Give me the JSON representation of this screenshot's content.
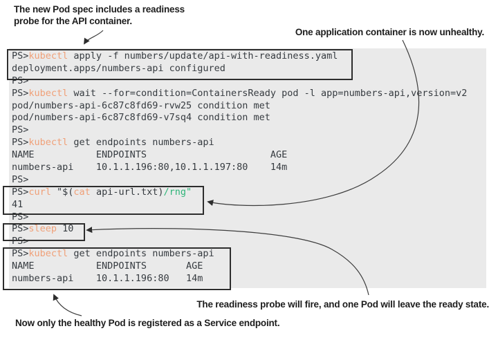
{
  "figure": {
    "kind": "annotated-terminal-screenshot",
    "shell_prompt": "PS>"
  },
  "annotations": {
    "top_left_line1": "The new Pod spec includes a readiness",
    "top_left_line2": "probe for the API container.",
    "top_right": "One application container is now unhealthy.",
    "bottom_right": "The readiness probe will fire, and one Pod will leave the ready state.",
    "bottom_left": "Now only the healthy Pod is registered as a Service endpoint."
  },
  "colors": {
    "terminal_background": "#eaeaea",
    "terminal_text": "#363b40",
    "command_highlight_orange": "#f0a078",
    "string_green": "#2fb579",
    "box_border": "#2d2d2d",
    "annotation_text": "#1d1d1d",
    "page_background": "#ffffff"
  },
  "terminal": {
    "lines": [
      {
        "boxed": 1,
        "tokens": [
          [
            "PS>",
            "p"
          ],
          [
            "kubectl",
            "o"
          ],
          [
            " apply -f numbers/update/api-with-readiness.yaml",
            "p"
          ]
        ]
      },
      {
        "boxed": 1,
        "tokens": [
          [
            "deployment.apps/numbers-api configured",
            "p"
          ]
        ]
      },
      {
        "boxed": 0,
        "tokens": [
          [
            "PS>",
            "p"
          ]
        ]
      },
      {
        "boxed": 0,
        "tokens": [
          [
            "PS>",
            "p"
          ],
          [
            "kubectl",
            "o"
          ],
          [
            " wait --for=condition=ContainersReady pod -l app=numbers-api,version=v2",
            "p"
          ]
        ]
      },
      {
        "boxed": 0,
        "tokens": [
          [
            "pod/numbers-api-6c87c8fd69-rvw25 condition met",
            "p"
          ]
        ]
      },
      {
        "boxed": 0,
        "tokens": [
          [
            "pod/numbers-api-6c87c8fd69-v7sq4 condition met",
            "p"
          ]
        ]
      },
      {
        "boxed": 0,
        "tokens": [
          [
            "PS>",
            "p"
          ]
        ]
      },
      {
        "boxed": 0,
        "tokens": [
          [
            "PS>",
            "p"
          ],
          [
            "kubectl",
            "o"
          ],
          [
            " get endpoints numbers-api",
            "p"
          ]
        ]
      },
      {
        "boxed": 0,
        "tokens": [
          [
            "NAME           ENDPOINTS                      AGE",
            "p"
          ]
        ]
      },
      {
        "boxed": 0,
        "tokens": [
          [
            "numbers-api    10.1.1.196:80,10.1.1.197:80    14m",
            "p"
          ]
        ]
      },
      {
        "boxed": 0,
        "tokens": [
          [
            "PS>",
            "p"
          ]
        ]
      },
      {
        "boxed": 2,
        "tokens": [
          [
            "PS>",
            "p"
          ],
          [
            "curl",
            "o"
          ],
          [
            " \"$(",
            "p"
          ],
          [
            "cat",
            "o"
          ],
          [
            " api-url.txt)",
            "p"
          ],
          [
            "/rng\"",
            "g"
          ]
        ]
      },
      {
        "boxed": 2,
        "tokens": [
          [
            "41",
            "p"
          ]
        ]
      },
      {
        "boxed": 0,
        "tokens": [
          [
            "PS>",
            "p"
          ]
        ]
      },
      {
        "boxed": 3,
        "tokens": [
          [
            "PS>",
            "p"
          ],
          [
            "sleep",
            "o"
          ],
          [
            " 10",
            "p"
          ]
        ]
      },
      {
        "boxed": 0,
        "tokens": [
          [
            "PS>",
            "p"
          ]
        ]
      },
      {
        "boxed": 4,
        "tokens": [
          [
            "PS>",
            "p"
          ],
          [
            "kubectl",
            "o"
          ],
          [
            " get endpoints numbers-api",
            "p"
          ]
        ]
      },
      {
        "boxed": 4,
        "tokens": [
          [
            "NAME           ENDPOINTS       AGE",
            "p"
          ]
        ]
      },
      {
        "boxed": 4,
        "tokens": [
          [
            "numbers-api    10.1.1.196:80   14m",
            "p"
          ]
        ]
      }
    ]
  }
}
